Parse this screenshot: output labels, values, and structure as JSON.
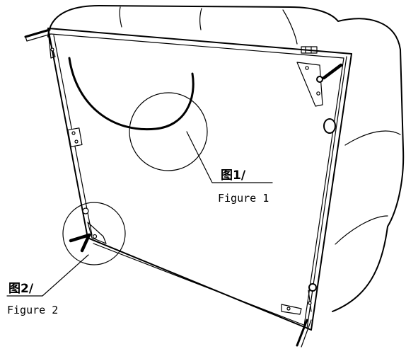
{
  "callouts": [
    {
      "id": "figure-1",
      "label_cn": "图1/",
      "label_en": "Figure 1"
    },
    {
      "id": "figure-2",
      "label_cn": "图2/",
      "label_en": "Figure 2"
    }
  ],
  "colors": {
    "line": "#000000",
    "background": "#ffffff"
  }
}
